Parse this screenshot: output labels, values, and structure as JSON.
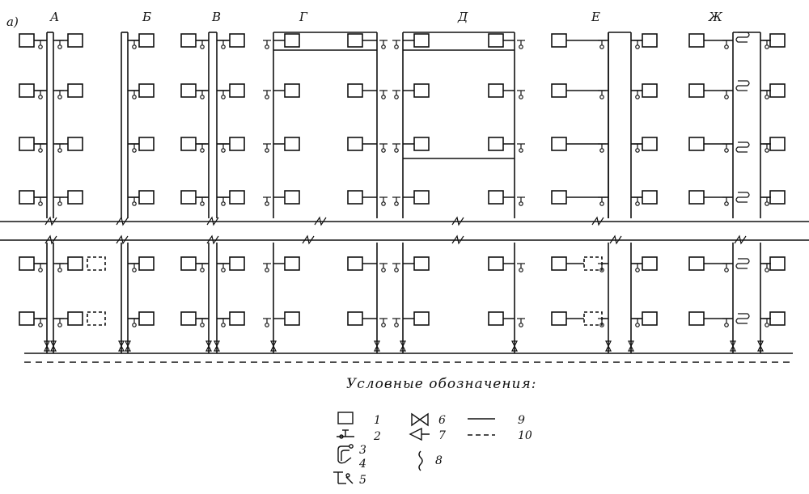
{
  "figure": {
    "panel_label": "а)"
  },
  "systems": [
    {
      "id": "A",
      "label": "А"
    },
    {
      "id": "B",
      "label": "Б"
    },
    {
      "id": "V",
      "label": "В"
    },
    {
      "id": "G",
      "label": "Г"
    },
    {
      "id": "D",
      "label": "Д"
    },
    {
      "id": "E",
      "label": "Е"
    },
    {
      "id": "Zh",
      "label": "Ж"
    }
  ],
  "legend": {
    "title": "Условные обозначения:",
    "items": [
      {
        "num": "1",
        "icon": "radiator-icon"
      },
      {
        "num": "2",
        "icon": "valve-tee-icon"
      },
      {
        "num": "3",
        "icon": "loop-icon"
      },
      {
        "num": "4",
        "icon": "loop-valve-icon"
      },
      {
        "num": "5",
        "icon": "drain-icon"
      },
      {
        "num": "6",
        "icon": "gate-valve-icon"
      },
      {
        "num": "7",
        "icon": "check-valve-icon"
      },
      {
        "num": "8",
        "icon": "bypass-bend-icon"
      },
      {
        "num": "9",
        "icon": "solid-line-icon"
      },
      {
        "num": "10",
        "icon": "dashed-line-icon"
      }
    ]
  },
  "colors": {
    "ink": "#111111",
    "paper": "#ffffff"
  }
}
